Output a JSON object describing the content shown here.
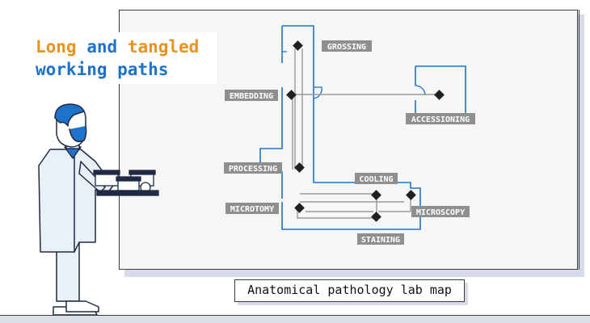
{
  "headline": {
    "line1_part1": "Long",
    "line1_part2": "and",
    "line1_part3": "tangled",
    "line2": "working paths",
    "color_orange": "#e8931d",
    "color_blue": "#1e72c9"
  },
  "caption": "Anatomical pathology lab map",
  "stations": {
    "grossing": "GROSSING",
    "embedding": "EMBEDDING",
    "accessioning": "ACCESSIONING",
    "processing": "PROCESSING",
    "cooling": "COOLING",
    "microtomy": "MICROTOMY",
    "microscopy": "MICROSCOPY",
    "staining": "STAINING"
  },
  "colors": {
    "wall": "#1e72c9",
    "path": "#9a9a9a",
    "label_bg": "#8f8f8f",
    "marker": "#1f1f1f"
  },
  "icons": [
    "scientist-figure",
    "specimen-tray-icon",
    "door-swing-icon",
    "station-marker-icon"
  ]
}
